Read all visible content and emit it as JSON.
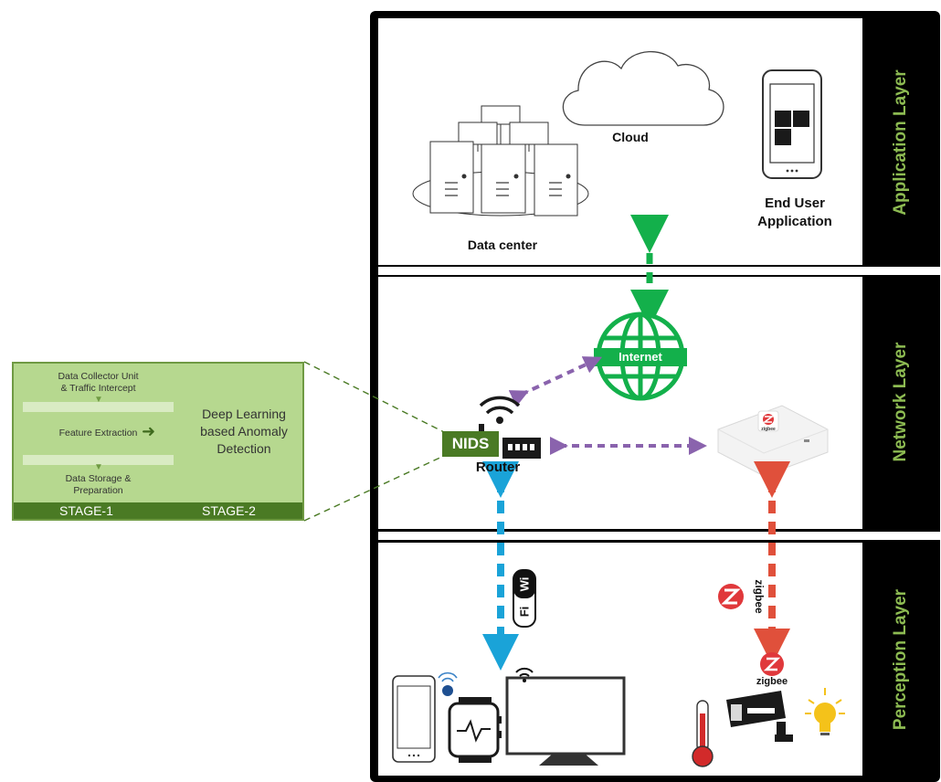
{
  "layers": {
    "application": "Application Layer",
    "network": "Network Layer",
    "perception": "Perception Layer"
  },
  "nodes": {
    "cloud": "Cloud",
    "data_center": "Data center",
    "end_user_line1": "End User",
    "end_user_line2": "Application",
    "internet": "Internet",
    "router": "Router",
    "nids_tag": "NIDS",
    "zigbee_device": "zigbee",
    "zigbee_badge": "zigbee",
    "zigbee_camera": "zigbee",
    "wifi_badge_w": "Wi",
    "wifi_badge_f": "Fi"
  },
  "nids_detail": {
    "step1_line1": "Data Collector Unit",
    "step1_line2": "& Traffic Intercept",
    "step2": "Feature Extraction",
    "step3_line1": "Data Storage &",
    "step3_line2": "Preparation",
    "stage2_text_line1": "Deep Learning",
    "stage2_text_line2": "based Anomaly",
    "stage2_text_line3": "Detection",
    "stage1_label": "STAGE-1",
    "stage2_label": "STAGE-2"
  },
  "colors": {
    "green_arrow": "#13b04b",
    "purple_arrow": "#8a63ad",
    "blue_arrow": "#1aa3d8",
    "red_arrow": "#e0503b",
    "layer_text": "#8dbb52",
    "nids_green": "#4a7a24"
  }
}
